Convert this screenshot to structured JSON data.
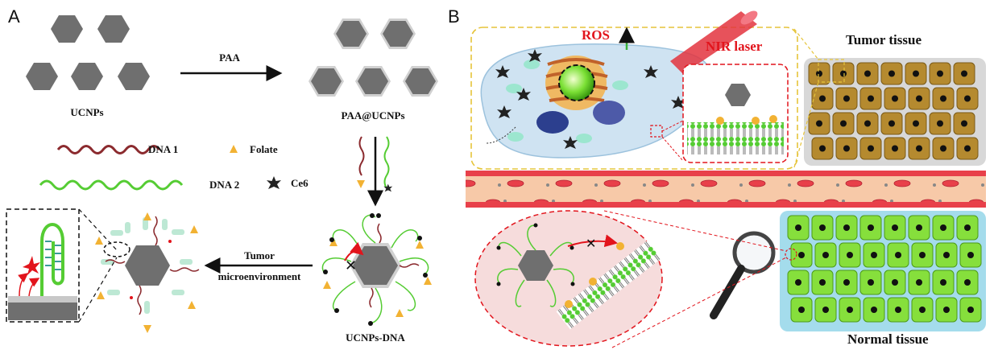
{
  "panels": {
    "a": "A",
    "b": "B"
  },
  "panel_a": {
    "step1_label": "PAA",
    "ucnps_label": "UCNPs",
    "paa_ucnps_label": "PAA@UCNPs",
    "legend": {
      "dna1": "DNA  1",
      "dna2": "DNA  2",
      "folate": "Folate",
      "ce6": "Ce6"
    },
    "ucnps_dna_label": "UCNPs-DNA",
    "tumor_step_line1": "Tumor",
    "tumor_step_line2": "microenvironment"
  },
  "panel_b": {
    "ros": "ROS",
    "nir_laser": "NIR laser",
    "tumor_tissue": "Tumor tissue",
    "normal_tissue": "Normal tissue"
  },
  "colors": {
    "hexagon": "#6f6f6f",
    "dna1": "#8b2a2e",
    "dna2": "#55cc33",
    "folate": "#f2b233",
    "tumor_cell": "#b58a2f",
    "normal_cell": "#86df3c",
    "laser": "#e3343e",
    "vessel": "#e8404a"
  }
}
